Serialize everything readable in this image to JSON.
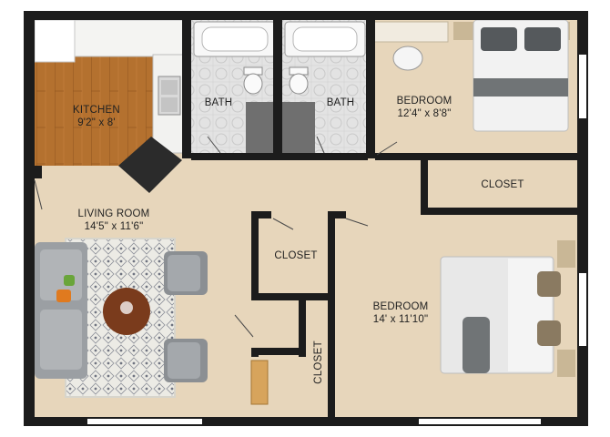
{
  "rooms": {
    "kitchen": {
      "name": "KITCHEN",
      "size": "9'2\" x 8'"
    },
    "bath_left": {
      "name": "BATH"
    },
    "bath_right": {
      "name": "BATH"
    },
    "bedroom_top": {
      "name": "BEDROOM",
      "size": "12'4\" x 8'8\""
    },
    "closet_right": {
      "name": "CLOSET"
    },
    "living_room": {
      "name": "LIVING ROOM",
      "size": "14'5\" x 11'6\""
    },
    "closet_mid": {
      "name": "CLOSET"
    },
    "bedroom_bottom": {
      "name": "BEDROOM",
      "size": "14' x 11'10\""
    },
    "closet_vertical": {
      "name": "CLOSET"
    }
  },
  "colors": {
    "wall": "#1c1c1c",
    "floor": "#e7d6bb",
    "kitchen_floor": "#b4712f",
    "bath_tile": "#dcdcdc",
    "rug": "#e9e7df",
    "sofa": "#9b9fa3",
    "table": "#7a3b1c"
  }
}
